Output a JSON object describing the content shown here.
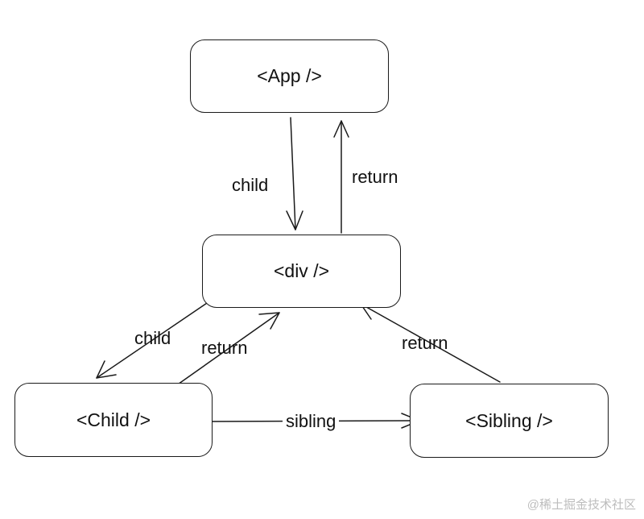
{
  "nodes": {
    "app": "<App />",
    "div": "<div />",
    "child": "<Child />",
    "sibling": "<Sibling />"
  },
  "edges": {
    "app_to_div": "child",
    "div_to_app": "return",
    "div_to_child": "child",
    "child_to_div": "return",
    "child_to_sibling": "sibling",
    "sibling_to_div": "return"
  },
  "watermark": "@稀土掘金技术社区"
}
